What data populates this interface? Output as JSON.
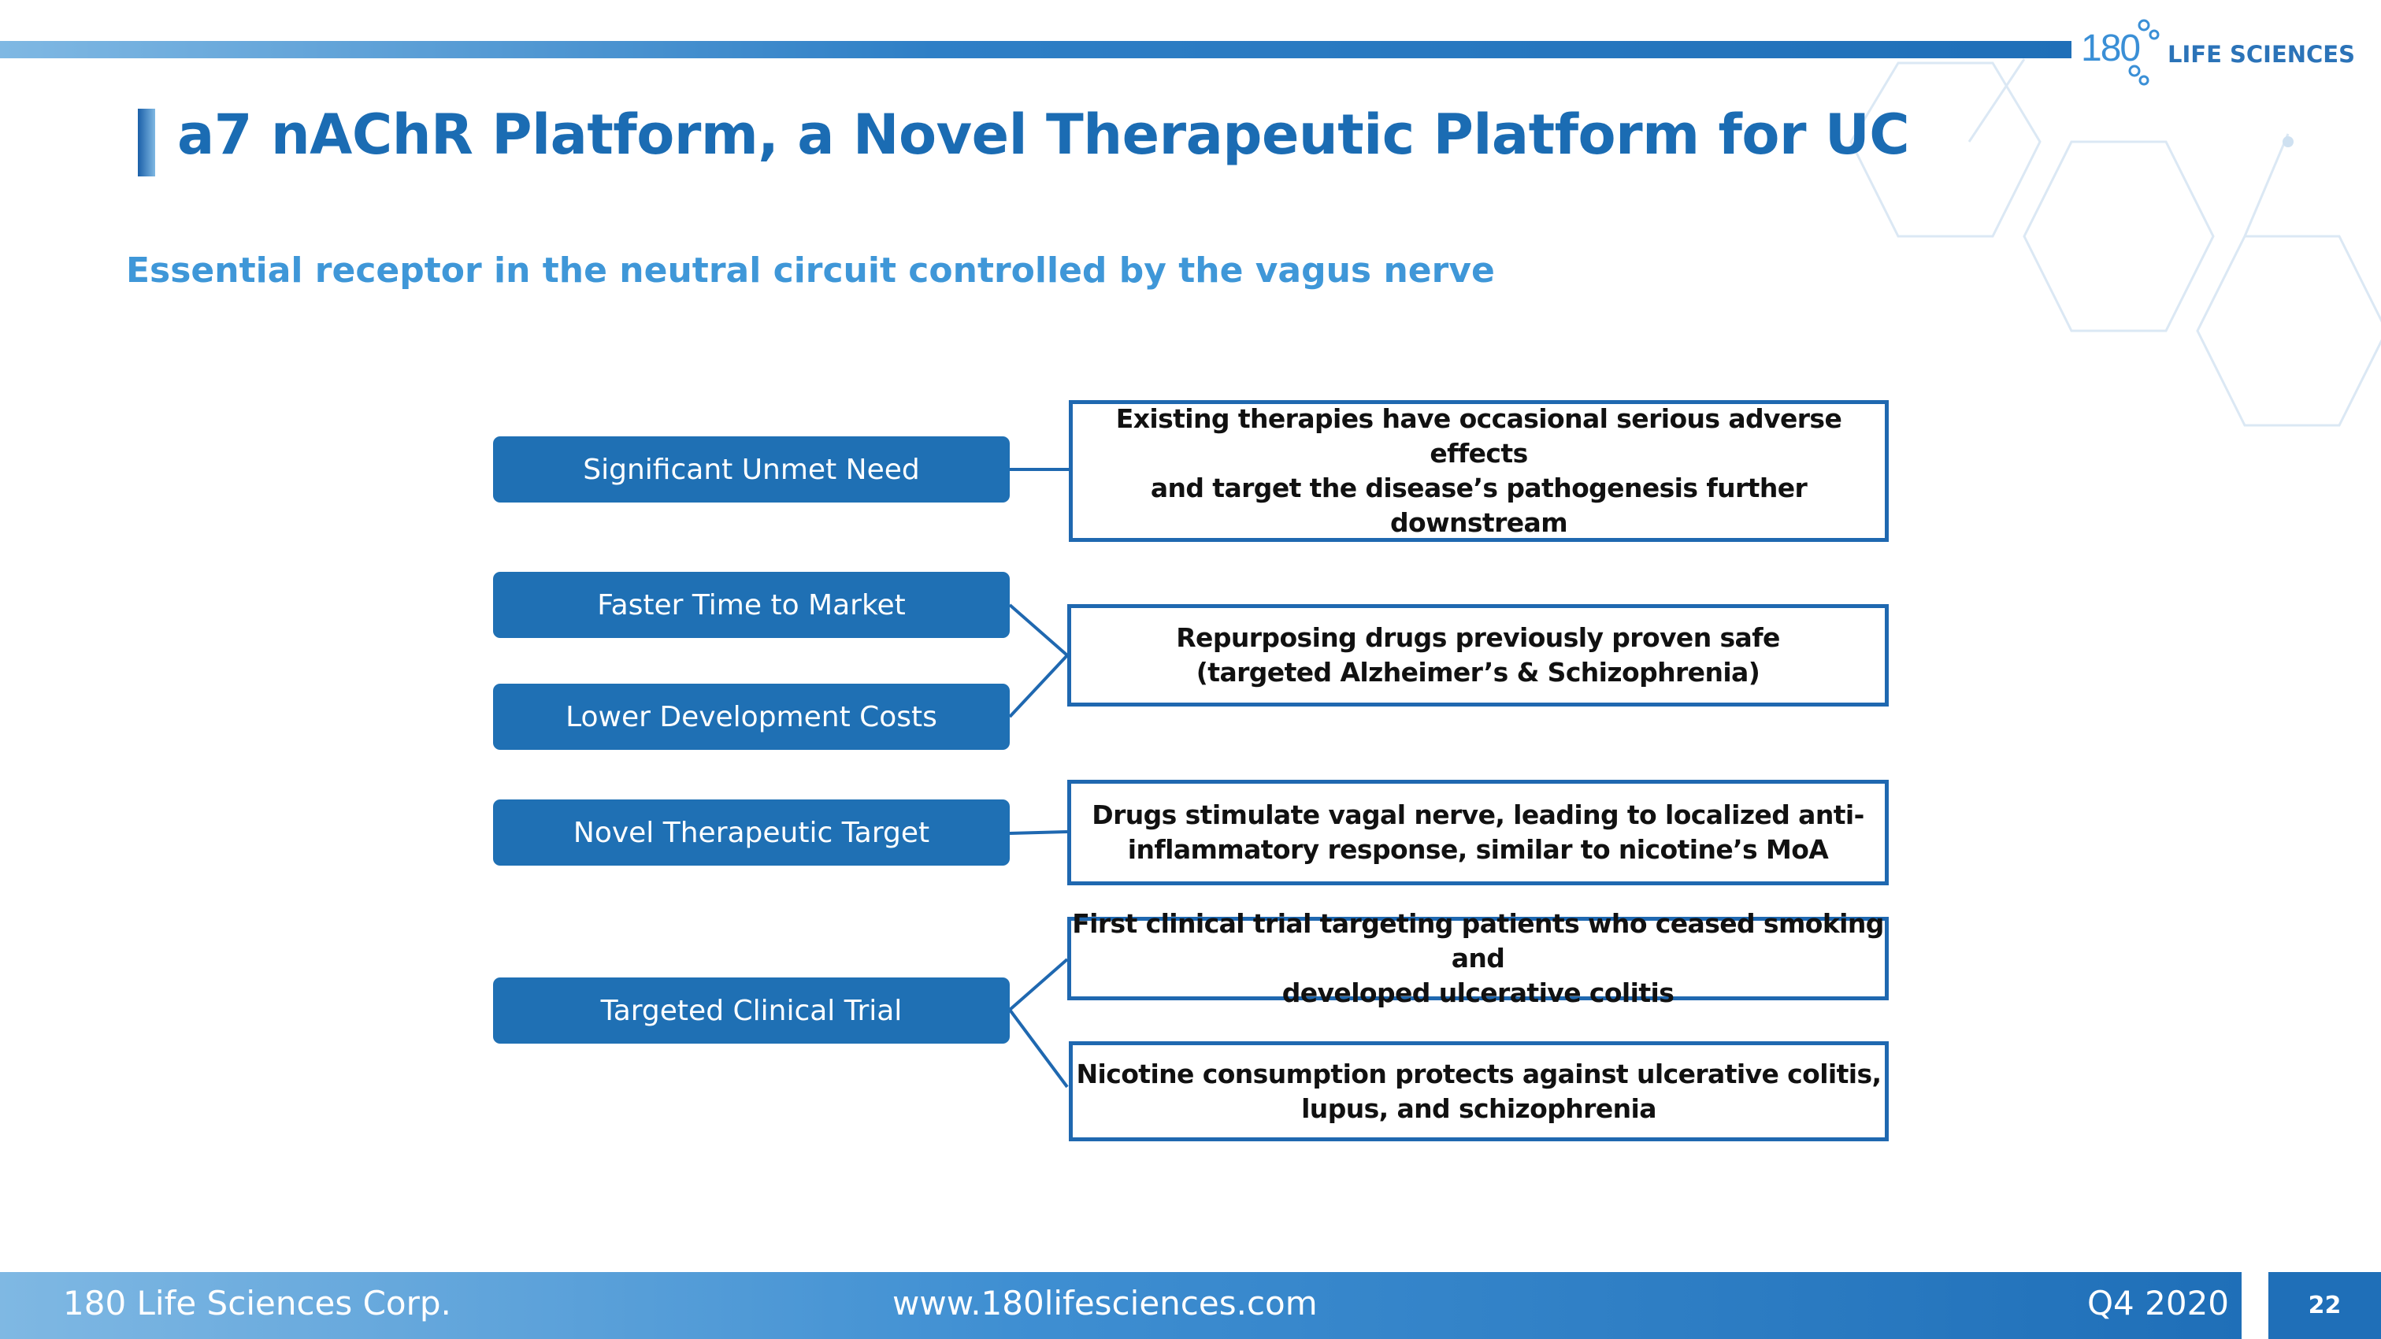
{
  "header": {
    "logo_number": "180",
    "logo_text": "LIFE SCIENCES",
    "title": "a7 nAChR Platform, a Novel Therapeutic Platform for UC",
    "subtitle": "Essential receptor in the neutral circuit controlled by the vagus nerve"
  },
  "diagram": {
    "drivers": [
      {
        "label": "Significant Unmet Need"
      },
      {
        "label": "Faster Time to Market"
      },
      {
        "label": "Lower Development Costs"
      },
      {
        "label": "Novel Therapeutic Target"
      },
      {
        "label": "Targeted Clinical Trial"
      }
    ],
    "outcomes": [
      {
        "text": "Existing therapies have occasional serious adverse effects\nand target the disease’s pathogenesis further downstream"
      },
      {
        "text": "Repurposing drugs previously proven safe\n(targeted Alzheimer’s & Schizophrenia)"
      },
      {
        "text": "Drugs stimulate vagal nerve, leading to localized anti-\ninflammatory response, similar to nicotine’s MoA"
      },
      {
        "text": "First clinical trial targeting patients who ceased smoking and\ndeveloped ulcerative colitis"
      },
      {
        "text": "Nicotine consumption protects against ulcerative colitis,\nlupus, and schizophrenia"
      }
    ],
    "colors": {
      "pill": "#1f70b4",
      "box_border": "#1f68b0",
      "connector": "#1f68b0"
    }
  },
  "footer": {
    "company": "180 Life Sciences Corp.",
    "website": "www.180lifesciences.com",
    "period": "Q4 2020",
    "page_number": "22"
  }
}
